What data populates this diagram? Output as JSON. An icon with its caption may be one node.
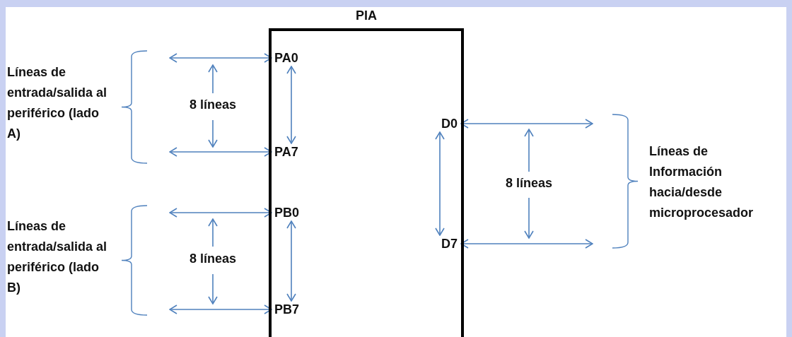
{
  "diagram": {
    "nodes": [
      {
        "text": [
          "PIA"
        ]
      },
      {
        "text": [
          "PA0"
        ],
        "in": 0
      },
      {
        "text": [
          "PA7"
        ],
        "in": 0
      },
      {
        "text": [
          "PB0"
        ],
        "in": 0
      },
      {
        "text": [
          "PB7"
        ],
        "in": 0
      },
      {
        "text": [
          "D0"
        ],
        "in": 0
      },
      {
        "text": [
          "D7"
        ],
        "in": 0
      }
    ],
    "edges": [
      {
        "from": 1,
        "to": null,
        "arrow": "both"
      },
      {
        "from": 2,
        "to": null,
        "arrow": "both"
      },
      {
        "from": 1,
        "to": 2,
        "arrow": "both"
      },
      {
        "from": 3,
        "to": null,
        "arrow": "both"
      },
      {
        "from": 4,
        "to": null,
        "arrow": "both"
      },
      {
        "from": 3,
        "to": 4,
        "arrow": "both"
      },
      {
        "from": 5,
        "to": null,
        "arrow": "both"
      },
      {
        "from": 6,
        "to": null,
        "arrow": "both"
      },
      {
        "from": 5,
        "to": 6,
        "arrow": "both"
      }
    ],
    "labels": [
      "Líneas de entrada/salida al periférico (lado A)",
      "8 líneas",
      "Líneas de entrada/salida al periférico (lado B)",
      "8 líneas",
      "8 líneas",
      "Líneas de Información hacia/desde microprocesador"
    ]
  }
}
